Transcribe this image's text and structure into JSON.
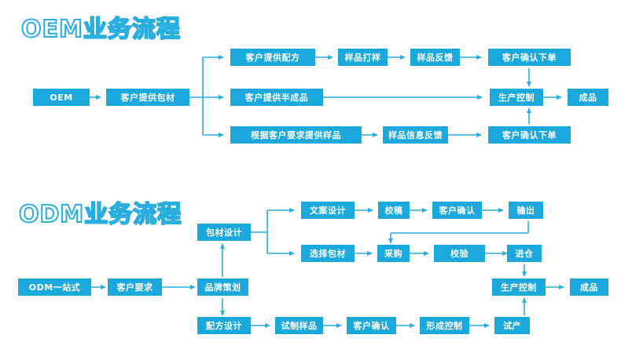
{
  "page": {
    "background": "#ffffff",
    "accent_color": "#1BA8DC",
    "line_color": "#29AEE0",
    "text_color": "#ffffff"
  },
  "sections": [
    {
      "id": "oem",
      "title": "OEM业务流程",
      "nodes": {
        "start": "OEM",
        "packaging": "客户提供包材",
        "branch1_1": "客户提供配方",
        "branch1_2": "样品打样",
        "branch1_3": "样品反馈",
        "branch1_4": "客户确认下单",
        "branch2_1": "客户提供半成品",
        "branch3_1": "根据客户要求提供样品",
        "branch3_2": "样品信息反馈",
        "branch3_3": "客户确认下单",
        "production": "生产控制",
        "finished": "成品"
      }
    },
    {
      "id": "odm",
      "title": "ODM业务流程",
      "nodes": {
        "start": "ODM一站式",
        "requirement": "客户要求",
        "branding": "品牌策划",
        "pack_design": "包材设计",
        "copy_design": "文案设计",
        "proofread": "校稿",
        "confirm_top": "客户确认",
        "output": "输出",
        "select_pack": "选择包材",
        "purchase": "采购",
        "verify": "校验",
        "warehouse": "进仓",
        "formula": "配方设计",
        "trial_sample": "试制样品",
        "confirm_bottom": "客户确认",
        "form_control": "形成控制",
        "trial_prod": "试产",
        "production": "生产控制",
        "finished": "成品"
      }
    }
  ]
}
